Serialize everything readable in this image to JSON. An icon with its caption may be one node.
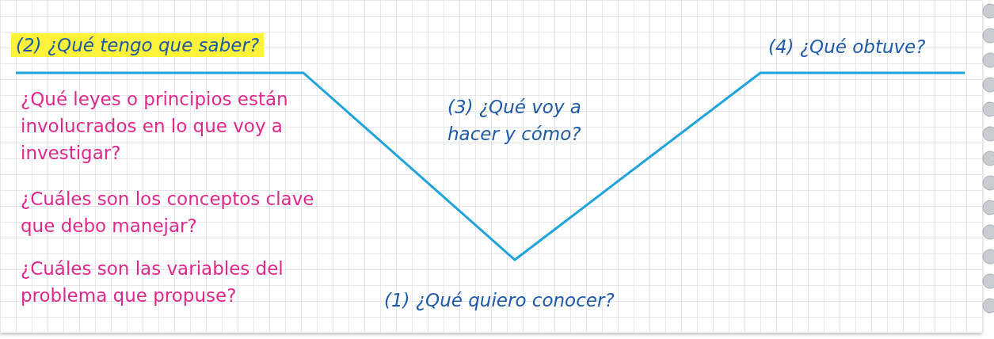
{
  "diagram": {
    "labels": [
      "(2) ¿Qué tengo que saber?",
      "(4) ¿Qué obtuve?",
      "¿Qué leyes o principios están involucrados en lo que voy a investigar?",
      "(3) ¿Qué voy a hacer y cómo?",
      "¿Cuáles son los conceptos clave que debo manejar?",
      "¿Cuáles son las variables del problema que propuse?",
      "(1) ¿Qué quiero conocer?"
    ]
  }
}
